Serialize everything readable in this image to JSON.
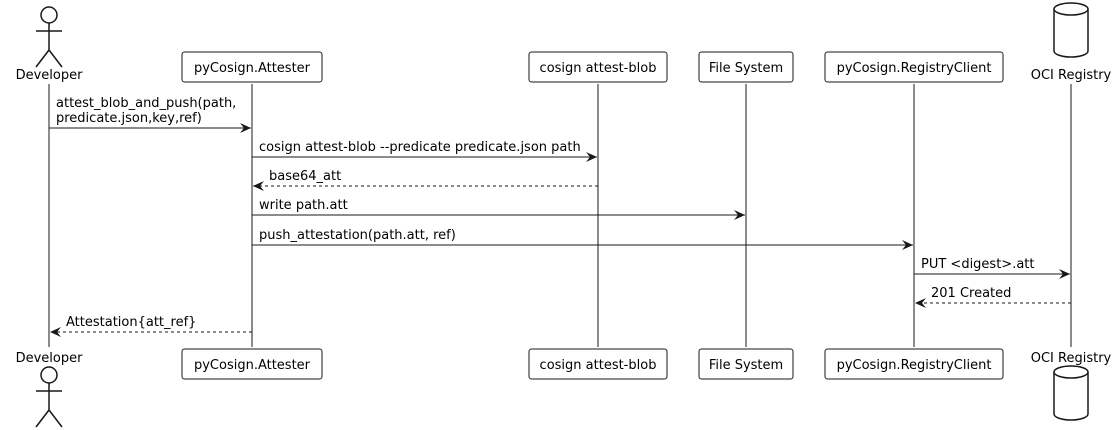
{
  "participants": [
    {
      "name": "Developer",
      "kind": "actor"
    },
    {
      "name": "pyCosign.Attester",
      "kind": "box"
    },
    {
      "name": "cosign attest-blob",
      "kind": "box"
    },
    {
      "name": "File System",
      "kind": "box"
    },
    {
      "name": "pyCosign.RegistryClient",
      "kind": "box"
    },
    {
      "name": "OCI Registry",
      "kind": "database"
    }
  ],
  "messages": [
    {
      "from": 0,
      "to": 1,
      "lines": [
        "attest_blob_and_push(path,",
        "predicate.json,key,ref)"
      ],
      "style": "solid"
    },
    {
      "from": 1,
      "to": 2,
      "lines": [
        "cosign attest-blob --predicate predicate.json path"
      ],
      "style": "solid"
    },
    {
      "from": 2,
      "to": 1,
      "lines": [
        "base64_att"
      ],
      "style": "dashed"
    },
    {
      "from": 1,
      "to": 3,
      "lines": [
        "write path.att"
      ],
      "style": "solid"
    },
    {
      "from": 1,
      "to": 4,
      "lines": [
        "push_attestation(path.att, ref)"
      ],
      "style": "solid"
    },
    {
      "from": 4,
      "to": 5,
      "lines": [
        "PUT  <digest>.att"
      ],
      "style": "solid"
    },
    {
      "from": 5,
      "to": 4,
      "lines": [
        "201 Created"
      ],
      "style": "dashed"
    },
    {
      "from": 1,
      "to": 0,
      "lines": [
        "Attestation{att_ref}"
      ],
      "style": "dashed"
    }
  ],
  "colors": {
    "stroke": "#181818",
    "box_fill": "#ffffff",
    "text": "#000000"
  }
}
